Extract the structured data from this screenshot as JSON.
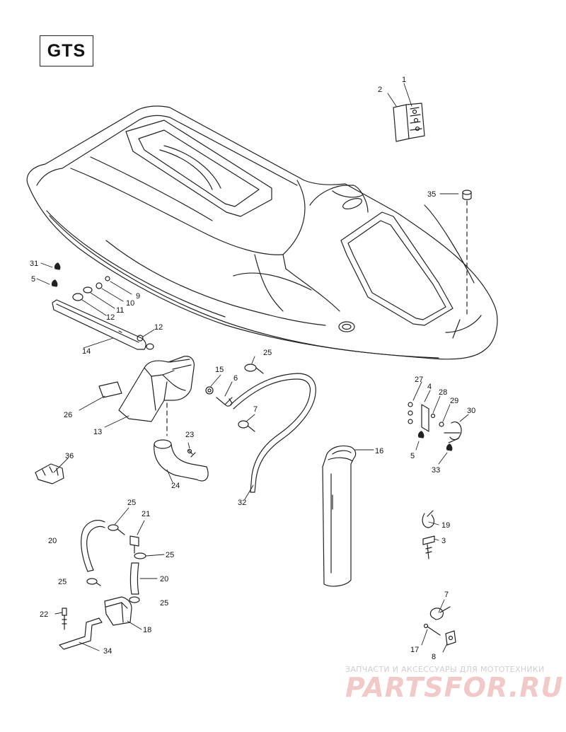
{
  "model_label": "GTS",
  "callouts": [
    {
      "id": "c1",
      "text": "1"
    },
    {
      "id": "c2",
      "text": "2"
    },
    {
      "id": "c35",
      "text": "35"
    },
    {
      "id": "c31",
      "text": "31"
    },
    {
      "id": "c5a",
      "text": "5"
    },
    {
      "id": "c9",
      "text": "9"
    },
    {
      "id": "c10",
      "text": "10"
    },
    {
      "id": "c11",
      "text": "11"
    },
    {
      "id": "c12a",
      "text": "12"
    },
    {
      "id": "c12b",
      "text": "12"
    },
    {
      "id": "c14",
      "text": "14"
    },
    {
      "id": "c25a",
      "text": "25"
    },
    {
      "id": "c15",
      "text": "15"
    },
    {
      "id": "c6",
      "text": "6"
    },
    {
      "id": "c7a",
      "text": "7"
    },
    {
      "id": "c27",
      "text": "27"
    },
    {
      "id": "c4",
      "text": "4"
    },
    {
      "id": "c28",
      "text": "28"
    },
    {
      "id": "c29",
      "text": "29"
    },
    {
      "id": "c30",
      "text": "30"
    },
    {
      "id": "c26",
      "text": "26"
    },
    {
      "id": "c13",
      "text": "13"
    },
    {
      "id": "c23",
      "text": "23"
    },
    {
      "id": "c16",
      "text": "16"
    },
    {
      "id": "c5b",
      "text": "5"
    },
    {
      "id": "c33",
      "text": "33"
    },
    {
      "id": "c36",
      "text": "36"
    },
    {
      "id": "c24",
      "text": "24"
    },
    {
      "id": "c32",
      "text": "32"
    },
    {
      "id": "c25b",
      "text": "25"
    },
    {
      "id": "c21",
      "text": "21"
    },
    {
      "id": "c20a",
      "text": "20"
    },
    {
      "id": "c25c",
      "text": "25"
    },
    {
      "id": "c19",
      "text": "19"
    },
    {
      "id": "c3",
      "text": "3"
    },
    {
      "id": "c25d",
      "text": "25"
    },
    {
      "id": "c20b",
      "text": "20"
    },
    {
      "id": "c25e",
      "text": "25"
    },
    {
      "id": "c7b",
      "text": "7"
    },
    {
      "id": "c22",
      "text": "22"
    },
    {
      "id": "c18",
      "text": "18"
    },
    {
      "id": "c34",
      "text": "34"
    },
    {
      "id": "c17",
      "text": "17"
    },
    {
      "id": "c8",
      "text": "8"
    }
  ],
  "watermark": {
    "tagline": "ЗАПЧАСТИ И АКСЕССУАРЫ ДЛЯ МОТОТЕХНИКИ",
    "logo": "PARTSFOR.RU"
  }
}
